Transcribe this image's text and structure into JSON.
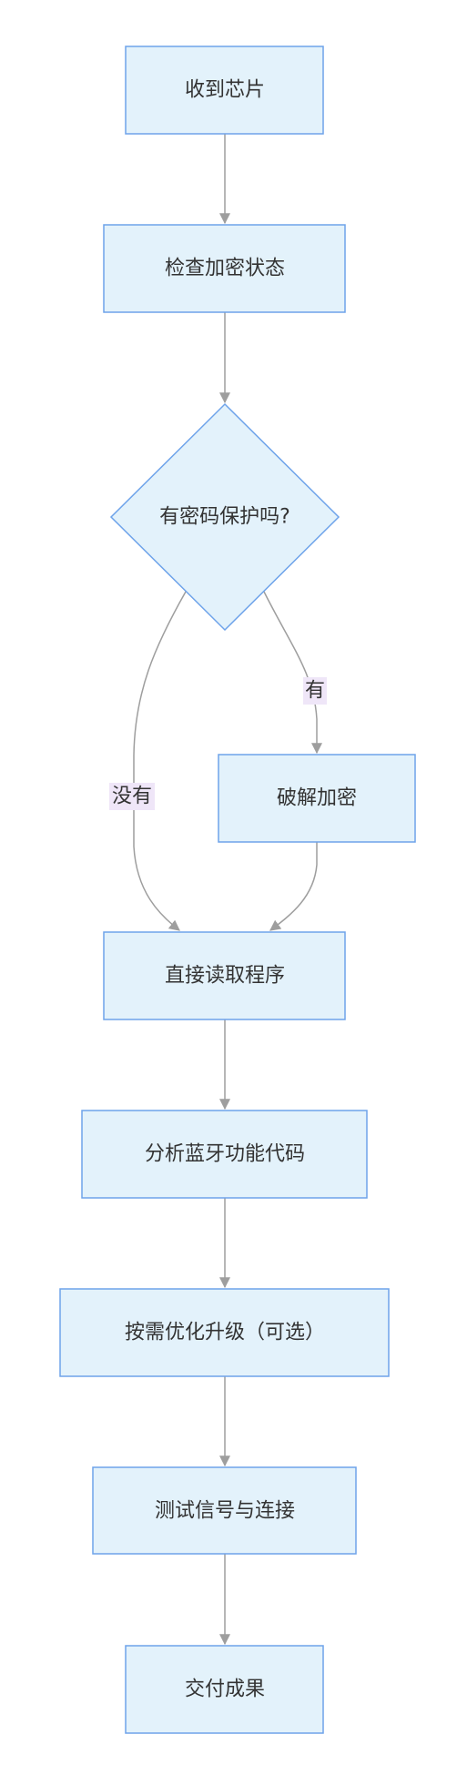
{
  "nodes": {
    "receive_chip": "收到芯片",
    "check_encryption": "检查加密状态",
    "has_password": "有密码保护吗?",
    "crack_encryption": "破解加密",
    "read_program": "直接读取程序",
    "analyze_code": "分析蓝牙功能代码",
    "optimize_upgrade": "按需优化升级（可选）",
    "test_signal": "测试信号与连接",
    "deliver_result": "交付成果"
  },
  "edges": {
    "yes_label": "有",
    "no_label": "没有"
  }
}
